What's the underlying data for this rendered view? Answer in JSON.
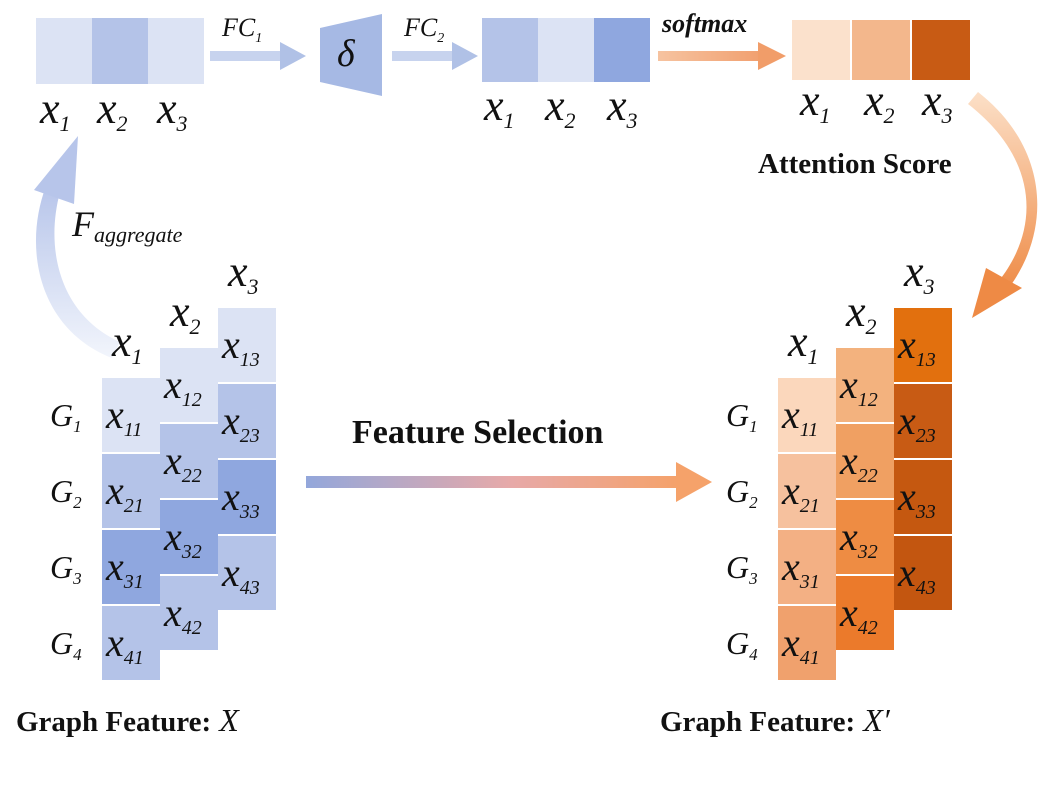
{
  "colors": {
    "blue_light": "#DCE3F4",
    "blue_mid": "#B4C3E8",
    "blue_dark": "#8FA7DF",
    "orange_light": "#FBE1CC",
    "orange_mid": "#F3B78C",
    "orange_dark": "#C85B14",
    "orange_bright": "#EB7A2B"
  },
  "top": {
    "fc1_label": "FC",
    "fc1_sub": "1",
    "delta_symbol": "δ",
    "fc2_label": "FC",
    "fc2_sub": "2",
    "softmax_label": "softmax",
    "attention_label": "Attention Score",
    "var": "x",
    "subs": [
      "1",
      "2",
      "3"
    ]
  },
  "aggregate": {
    "label": "F",
    "sub": "aggregate"
  },
  "left": {
    "col_headers": [
      "1",
      "2",
      "3"
    ],
    "rows": [
      "1",
      "2",
      "3",
      "4"
    ],
    "cells": [
      [
        "11",
        "21",
        "31",
        "41"
      ],
      [
        "12",
        "22",
        "32",
        "42"
      ],
      [
        "13",
        "23",
        "33",
        "43"
      ]
    ],
    "caption": "Graph Feature:",
    "caption_var": "X"
  },
  "middle": {
    "label": "Feature Selection"
  },
  "right": {
    "caption": "Graph Feature:",
    "caption_var": "X′"
  }
}
